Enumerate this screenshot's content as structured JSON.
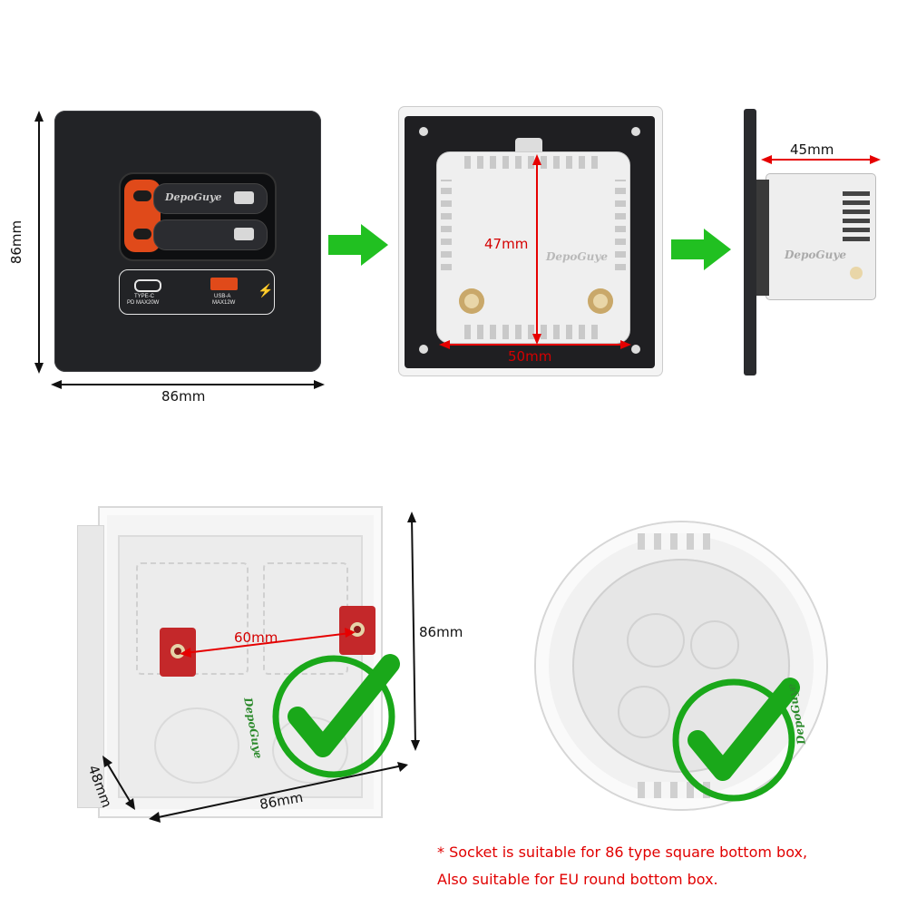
{
  "colors": {
    "panel": "#222326",
    "accent_orange": "#e04a1a",
    "dimension_red": "#e60000",
    "check_green": "#1aa81a",
    "arrow_green": "#21c021",
    "box_white": "#f2f2f2",
    "mount_red": "#c4282a"
  },
  "front_view": {
    "height_label": "86mm",
    "width_label": "86mm",
    "brand": "DepoGuye",
    "port_typec_label_1": "TYPE-C",
    "port_typec_label_2": "PD MAX20W",
    "port_usba_label_1": "USB-A",
    "port_usba_label_2": "MAX12W",
    "icons": [
      "lightning-cable-icon",
      "usb-c-port-icon",
      "usb-a-port-icon",
      "fast-charge-icon"
    ]
  },
  "back_view": {
    "height_label": "47mm",
    "width_label": "50mm",
    "brand": "DepoGuye"
  },
  "side_view": {
    "depth_label": "45mm",
    "brand": "DepoGuye"
  },
  "square_box": {
    "spacing_label": "60mm",
    "height_label": "86mm",
    "width_label": "86mm",
    "depth_label": "48mm",
    "brand": "DepoGuye",
    "status": "check-icon"
  },
  "round_box": {
    "brand": "DepoGuye",
    "status": "check-icon"
  },
  "note": {
    "line1": "* Socket is suitable for 86 type square bottom box,",
    "line2": "Also suitable for EU round bottom box."
  }
}
